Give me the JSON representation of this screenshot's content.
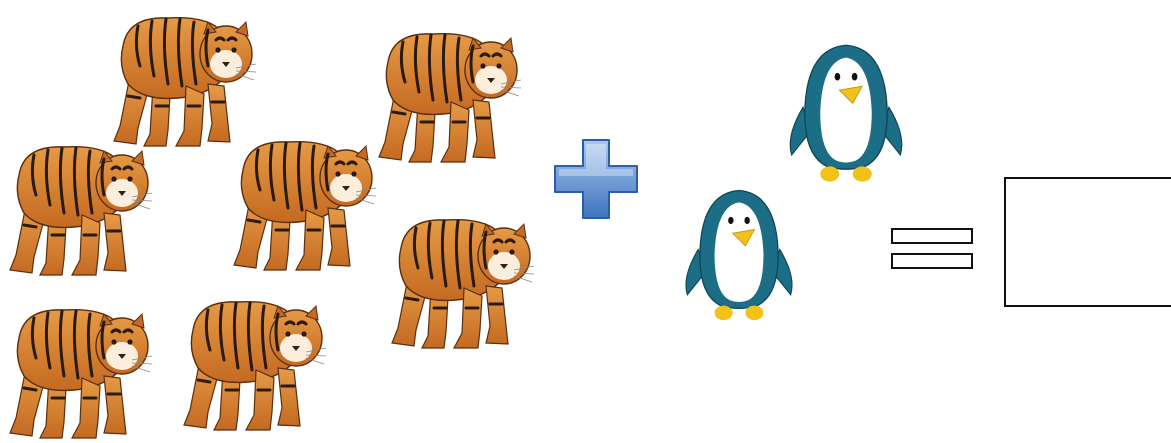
{
  "counting_puzzle": {
    "group_a": {
      "animal": "tiger",
      "count": 7
    },
    "operator": {
      "icon": "plus-icon",
      "color": "#5b8fd4"
    },
    "group_b": {
      "animal": "penguin",
      "count": 2
    },
    "equals": {
      "icon": "equals-icon"
    },
    "answer_box": {
      "value": ""
    }
  },
  "colors": {
    "tiger_orange": "#d9832f",
    "tiger_stripe": "#2a1a10",
    "penguin_teal": "#1b6e86",
    "penguin_beak": "#f2c21b",
    "plus_blue": "#5b8fd4"
  }
}
